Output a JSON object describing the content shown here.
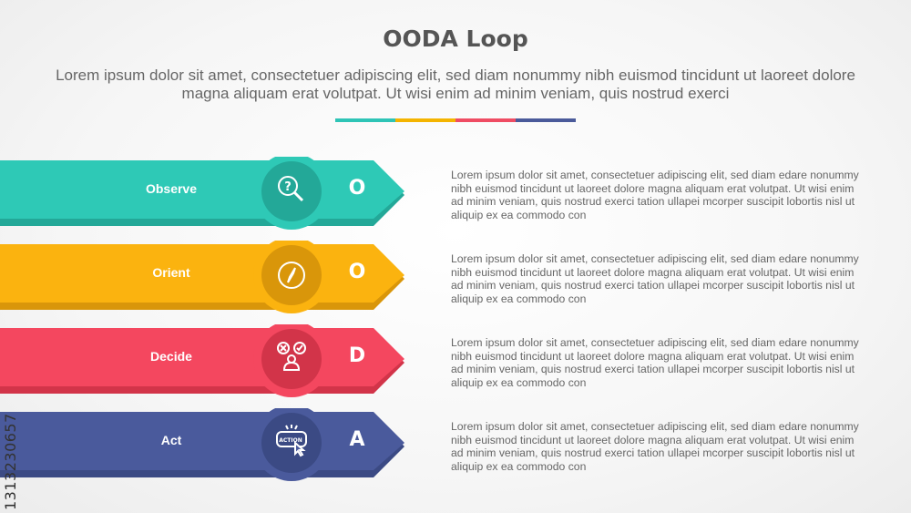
{
  "header": {
    "title": "OODA Loop",
    "subtitle": "Lorem ipsum dolor sit amet, consectetuer adipiscing elit, sed diam nonummy nibh euismod tincidunt ut laoreet dolore magna aliquam erat volutpat. Ut wisi enim ad minim veniam, quis nostrud exerci"
  },
  "divider_colors": [
    "#2ec4b6",
    "#f4b400",
    "#ef4c63",
    "#4a5a9a"
  ],
  "steps": [
    {
      "label": "Observe",
      "letter": "O",
      "icon": "magnifier-question-icon",
      "color": "#2ec9b6",
      "shade": "#23a898",
      "description": "Lorem ipsum dolor sit amet, consectetuer adipiscing elit, sed diam edare nonummy nibh euismod tincidunt ut laoreet dolore magna aliquam erat volutpat. Ut wisi enim ad minim veniam, quis nostrud exerci tation ullapei mcorper suscipit lobortis nisl ut aliquip ex ea commodo con"
    },
    {
      "label": "Orient",
      "letter": "O",
      "icon": "compass-icon",
      "color": "#fbb30f",
      "shade": "#d9960a",
      "description": "Lorem ipsum dolor sit amet, consectetuer adipiscing elit, sed diam edare nonummy nibh euismod tincidunt ut laoreet dolore magna aliquam erat volutpat. Ut wisi enim ad minim veniam, quis nostrud exerci tation ullapei mcorper suscipit lobortis nisl ut aliquip ex ea commodo con"
    },
    {
      "label": "Decide",
      "letter": "D",
      "icon": "decision-person-icon",
      "color": "#f4475f",
      "shade": "#d23449",
      "description": "Lorem ipsum dolor sit amet, consectetuer adipiscing elit, sed diam edare nonummy nibh euismod tincidunt ut laoreet dolore magna aliquam erat volutpat. Ut wisi enim ad minim veniam, quis nostrud exerci tation ullapei mcorper suscipit lobortis nisl ut aliquip ex ea commodo con"
    },
    {
      "label": "Act",
      "letter": "A",
      "icon": "action-click-icon",
      "color": "#4a5a9c",
      "shade": "#3b4a84",
      "description": "Lorem ipsum dolor sit amet, consectetuer adipiscing elit, sed diam edare nonummy nibh euismod tincidunt ut laoreet dolore magna aliquam erat volutpat. Ut wisi enim ad minim veniam, quis nostrud exerci tation ullapei mcorper suscipit lobortis nisl ut aliquip ex ea commodo con"
    }
  ],
  "icon_text": {
    "action": "ACTION"
  },
  "watermark": {
    "stock_id": "1313230657"
  }
}
